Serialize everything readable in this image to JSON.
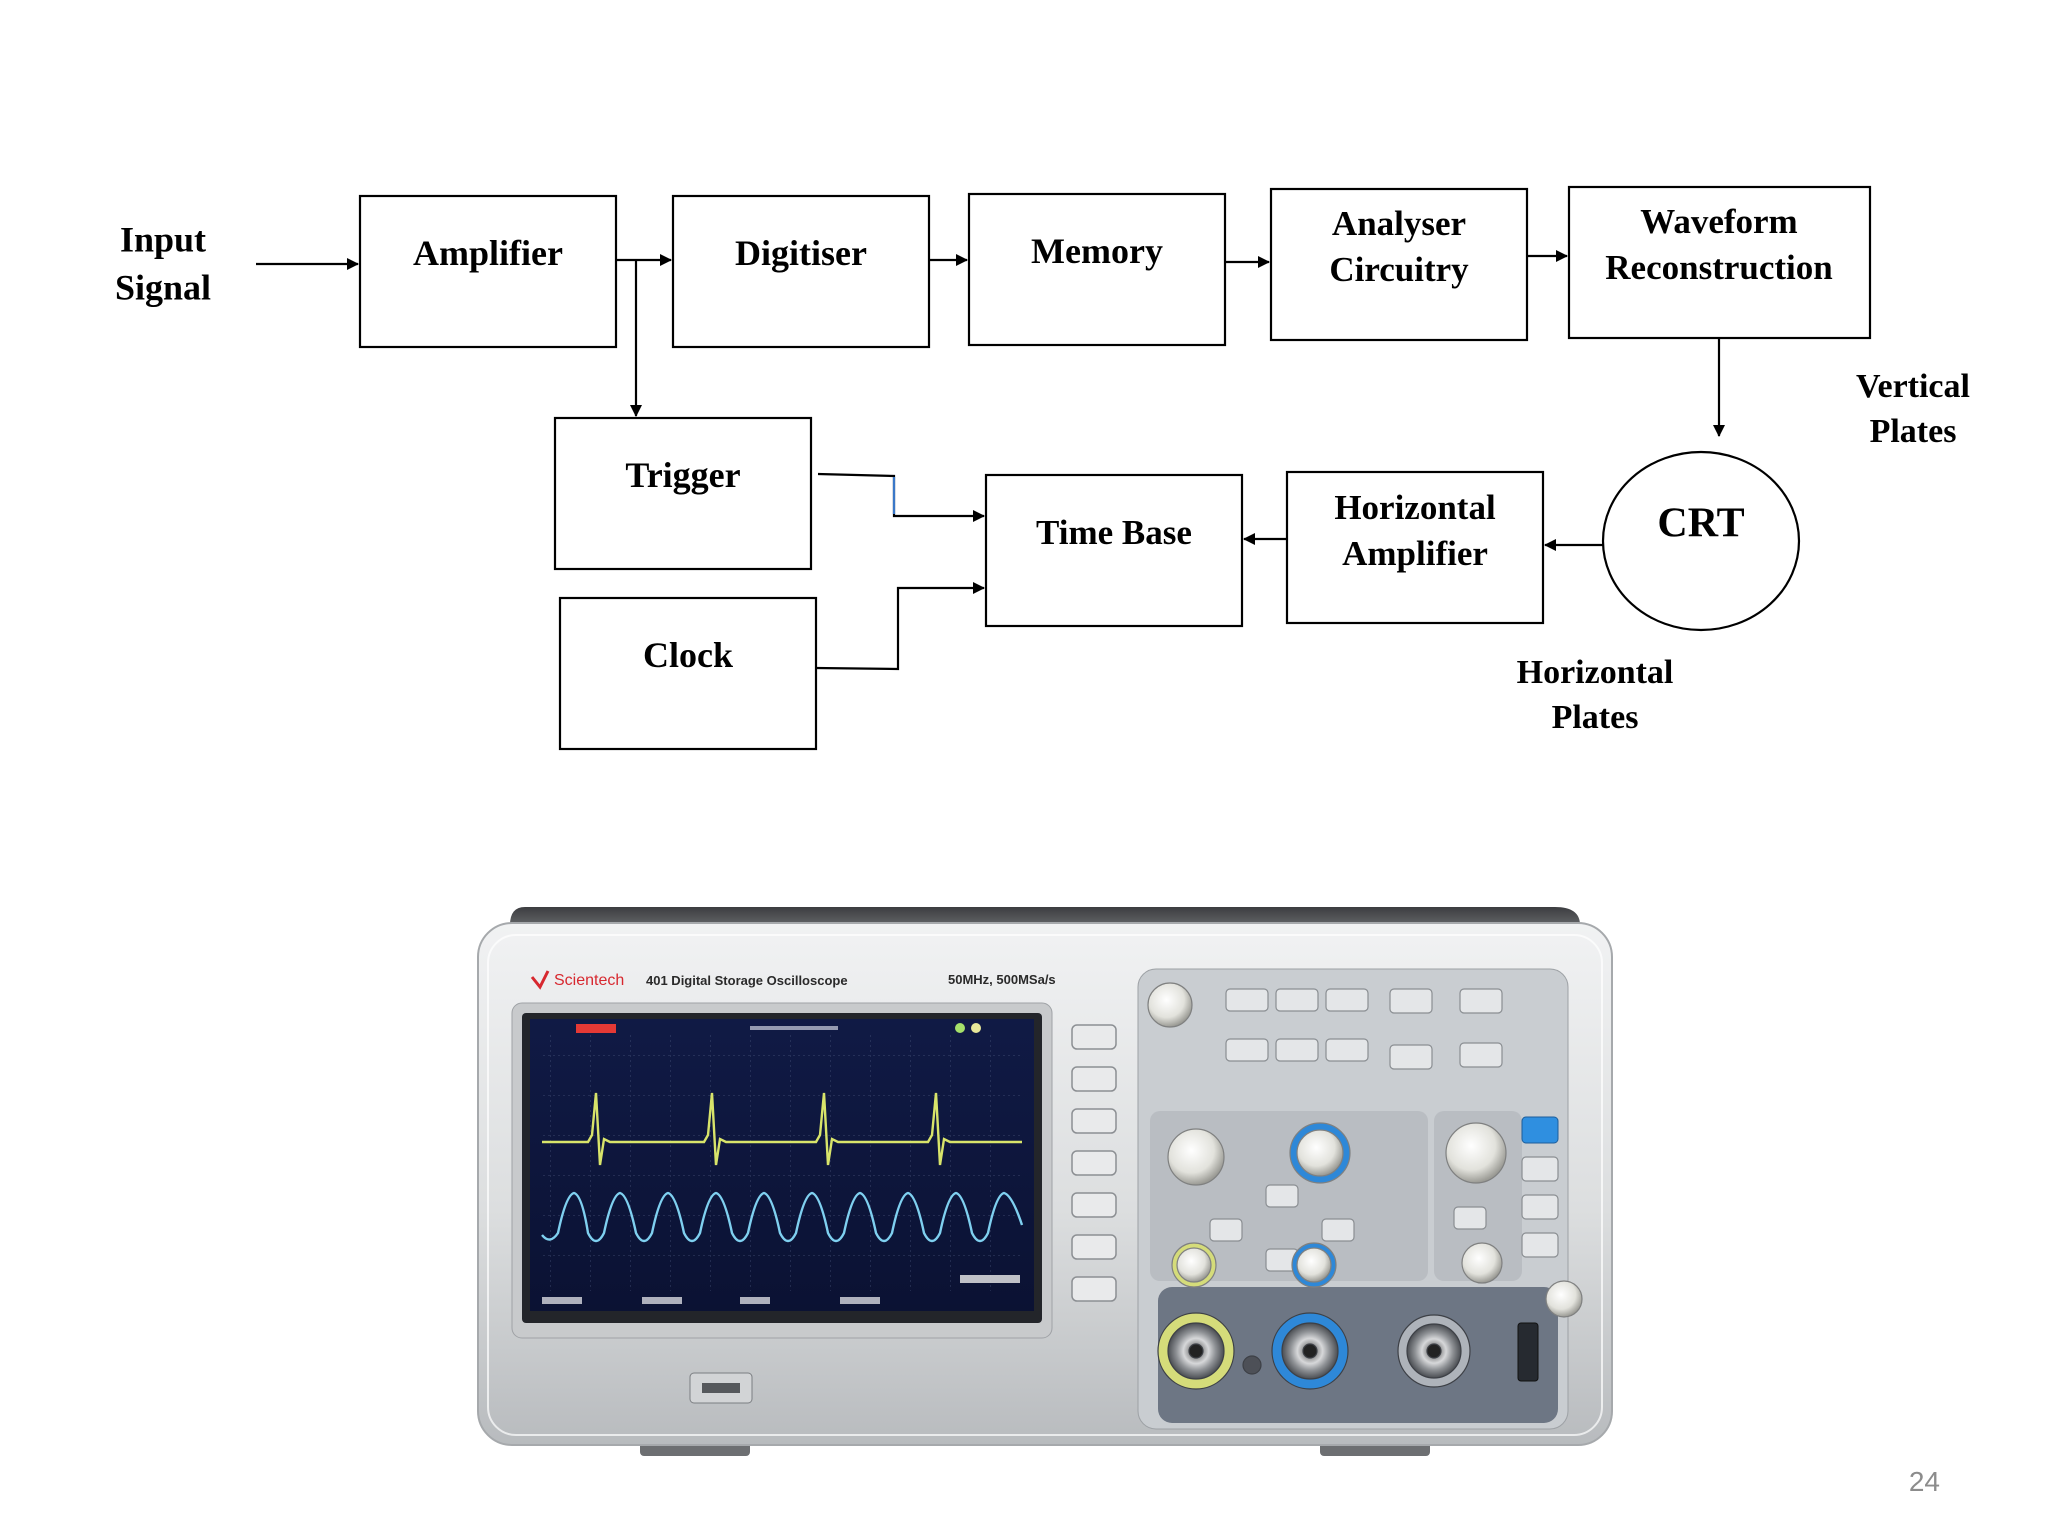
{
  "diagram": {
    "nodes": {
      "input_signal": "Input\nSignal",
      "amplifier": "Amplifier",
      "digitiser": "Digitiser",
      "memory": "Memory",
      "analyser": "Analyser\nCircuitry",
      "waveform": "Waveform\nReconstruction",
      "trigger": "Trigger",
      "clock": "Clock",
      "time_base": "Time Base",
      "horizontal_amplifier": "Horizontal\nAmplifier",
      "crt": "CRT",
      "vertical_plates": "Vertical\nPlates",
      "horizontal_plates": "Horizontal\nPlates"
    }
  },
  "oscilloscope": {
    "brand": "Scientech",
    "model": "401 Digital Storage Oscilloscope",
    "spec": "50MHz, 500MSa/s"
  },
  "page_number": "24"
}
